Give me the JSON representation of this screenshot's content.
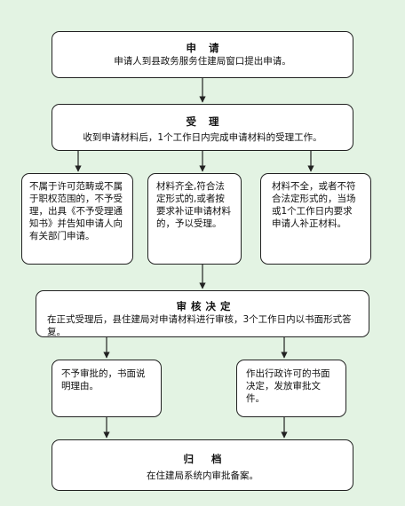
{
  "steps": {
    "apply": {
      "title": "申请",
      "text": "申请人到县政务服务住建局窗口提出申请。"
    },
    "accept": {
      "title": "受理",
      "text": "收到申请材料后，1个工作日内完成申请材料的受理工作。"
    },
    "branch_reject": {
      "text": "不属于许可范畴或不属于职权范围的，不予受理，出具《不予受理通知书》并告知申请人向有关部门申请。"
    },
    "branch_accept": {
      "text": "材料齐全,符合法定形式的,或者按要求补证申请材料的，予以受理。"
    },
    "branch_supplement": {
      "text": "材料不全，或者不符合法定形式的，当场或1个工作日内要求申请人补正材料。"
    },
    "review": {
      "title": "审核决定",
      "text": "在正式受理后，县住建局对申请材料进行审核，3个工作日内以书面形式答复。"
    },
    "deny": {
      "text": "不予审批的，书面说明理由。"
    },
    "approve": {
      "text": "作出行政许可的书面决定，发放审批文件。"
    },
    "archive": {
      "title": "归档",
      "text": "在住建局系统内审批备案。"
    }
  }
}
